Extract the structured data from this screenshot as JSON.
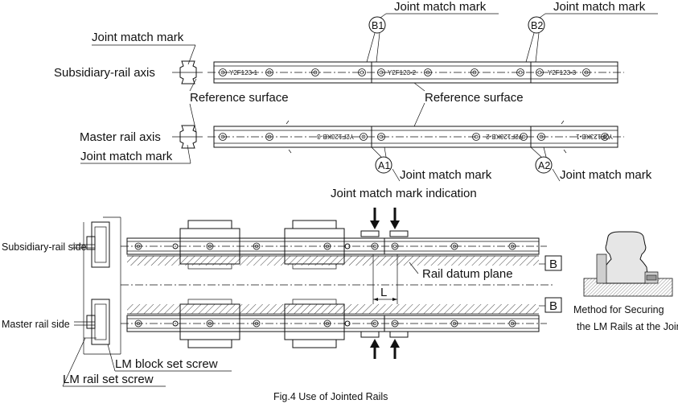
{
  "top": {
    "subsidiary_axis": "Subsidiary-rail axis",
    "master_axis": "Master rail axis",
    "reference_surface": "Reference surface",
    "joint_mark": "Joint match mark",
    "indication": "Joint match mark indication",
    "circles": {
      "a1": "A1",
      "a2": "A2",
      "b1": "B1",
      "b2": "B2"
    },
    "sub_rail_codes": [
      "Y2F123-1",
      "Y2F123-2",
      "Y2F123-3"
    ],
    "master_rail_codes": [
      "Y2F123KB-3",
      "Y2F123KB-2",
      "Y2F123KB-1"
    ]
  },
  "bottom": {
    "subsidiary_side": "Subsidiary-rail side",
    "master_side": "Master rail side",
    "datum_plane": "Rail datum plane",
    "b_mark": "B",
    "length_mark": "L",
    "block_screw": "LM block set screw",
    "rail_screw": "LM rail set screw",
    "method_caption_1": "Method for Securing",
    "method_caption_2": "the LM Rails at the Joint"
  },
  "caption": "Fig.4 Use of Jointed Rails"
}
